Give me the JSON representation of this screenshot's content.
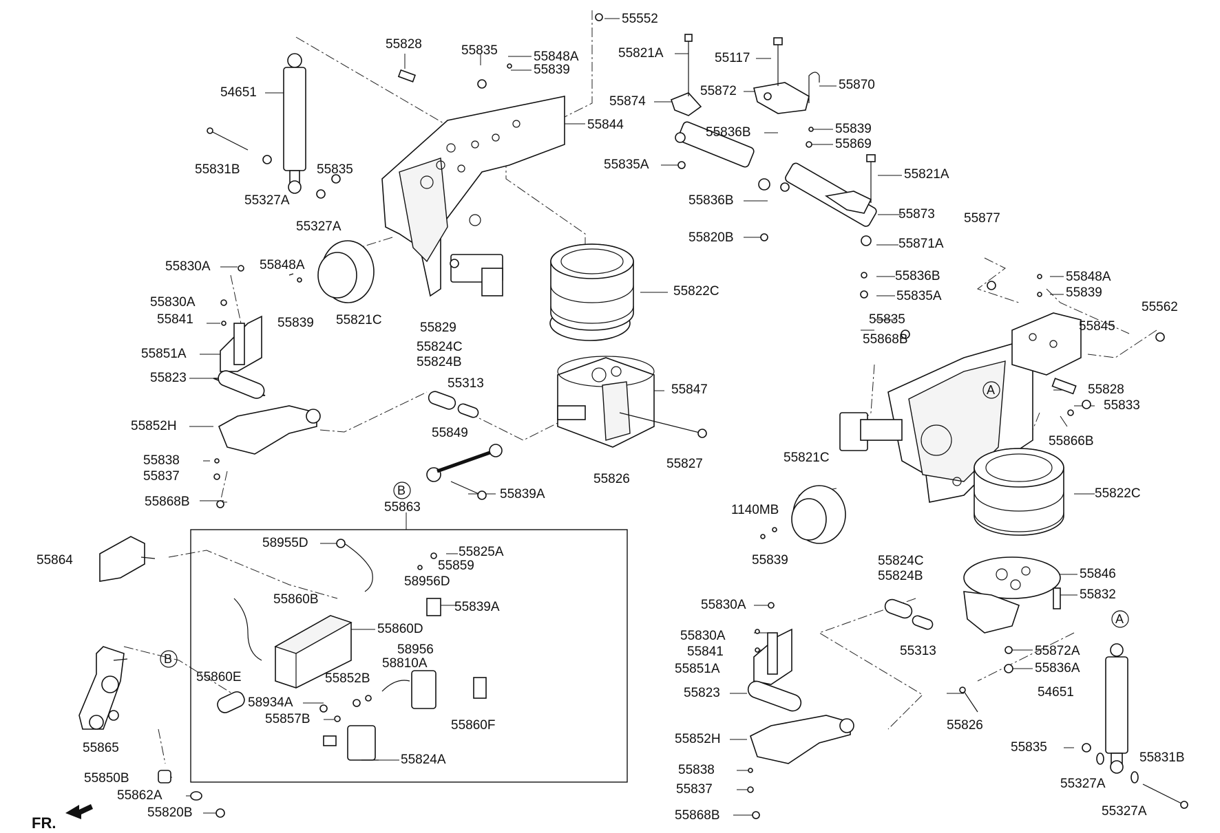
{
  "diagram": {
    "orientation_label": "FR.",
    "labels": {
      "p55552": "55552",
      "p55828_top": "55828",
      "p55835_top": "55835",
      "p55848A_top": "55848A",
      "p55839_top": "55839",
      "p55821A_a": "55821A",
      "p55117": "55117",
      "p55870": "55870",
      "p54651_left": "54651",
      "p55874": "55874",
      "p55872": "55872",
      "p55844": "55844",
      "p55836B_a": "55836B",
      "p55839_b": "55839",
      "p55869": "55869",
      "p55831B_left": "55831B",
      "p55835_b": "55835",
      "p55835A_a": "55835A",
      "p55821A_b": "55821A",
      "p55327A_l1": "55327A",
      "p55327A_l2": "55327A",
      "p55873": "55873",
      "p55836B_b": "55836B",
      "p55877": "55877",
      "p55820B_a": "55820B",
      "p55871A": "55871A",
      "p55830A_a": "55830A",
      "p55848A_b": "55848A",
      "p55836B_c": "55836B",
      "p55848A_c": "55848A",
      "p55822C_a": "55822C",
      "p55839_c": "55839",
      "p55830A_b": "55830A",
      "p55835A_b": "55835A",
      "p55841_a": "55841",
      "p55839_d": "55839",
      "p55821C_a": "55821C",
      "p55562": "55562",
      "p55829": "55829",
      "p55835_c": "55835",
      "p55845": "55845",
      "p55868B_a": "55868B",
      "p55851A_a": "55851A",
      "p55824C_a": "55824C",
      "p55824B_a": "55824B",
      "p55823_a": "55823",
      "p55313_a": "55313",
      "p55847": "55847",
      "p55828_b": "55828",
      "p55833": "55833",
      "p55852H_a": "55852H",
      "p55849": "55849",
      "p55866B": "55866B",
      "p55838_a": "55838",
      "p55826_a": "55826",
      "p55827": "55827",
      "p55837_a": "55837",
      "p55821C_b": "55821C",
      "p55868B_b": "55868B",
      "p55839A_a": "55839A",
      "p55822C_b": "55822C",
      "p1140MB": "1140MB",
      "p55863": "55863",
      "p58955D": "58955D",
      "p55825A": "55825A",
      "p55864": "55864",
      "p55859": "55859",
      "p55839_e": "55839",
      "p58956D": "58956D",
      "p55824C_b": "55824C",
      "p55824B_b": "55824B",
      "p55846": "55846",
      "p55860B": "55860B",
      "p55839A_b": "55839A",
      "p55832": "55832",
      "p55830A_c": "55830A",
      "p55860D": "55860D",
      "p58956": "58956",
      "p55830A_d": "55830A",
      "p55841_b": "55841",
      "p55313_b": "55313",
      "p55872A": "55872A",
      "p58810A": "58810A",
      "p55851A_b": "55851A",
      "p55836A": "55836A",
      "p55860E": "55860E",
      "p55852B": "55852B",
      "p55823_b": "55823",
      "p54651_right": "54651",
      "p58934A": "58934A",
      "p55857B": "55857B",
      "p55860F": "55860F",
      "p55826_b": "55826",
      "p55852H_b": "55852H",
      "p55865": "55865",
      "p55824A": "55824A",
      "p55835_d": "55835",
      "p55838_b": "55838",
      "p55831B_right": "55831B",
      "p55850B": "55850B",
      "p55862A": "55862A",
      "p55837_b": "55837",
      "p55327A_r1": "55327A",
      "p55820B_b": "55820B",
      "p55868B_c": "55868B",
      "p55327A_r2": "55327A"
    },
    "callouts": {
      "A_top": "A",
      "A_bottom": "A",
      "B_top": "B",
      "B_bottom": "B"
    }
  }
}
